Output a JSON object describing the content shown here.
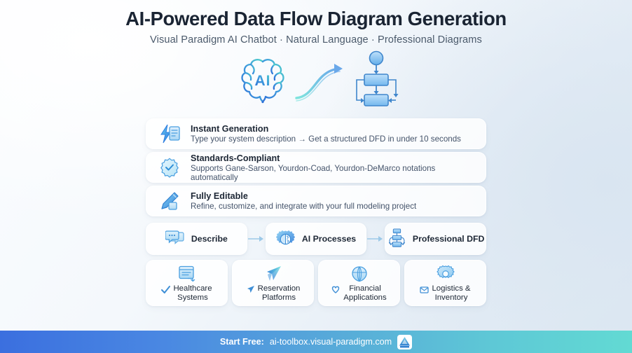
{
  "header": {
    "title": "AI-Powered Data Flow Diagram Generation",
    "subtitle": "Visual Paradigm AI Chatbot · Natural Language · Professional Diagrams"
  },
  "hero": {
    "brain_label": "AI",
    "brain_icon": "ai-brain-icon",
    "arrow_icon": "curved-arrow-icon",
    "flow_icon": "flowchart-icon"
  },
  "features": [
    {
      "icon": "lightning-document-icon",
      "title": "Instant Generation",
      "desc": "Type your system description → Get a structured DFD in under 10 seconds"
    },
    {
      "icon": "badge-check-icon",
      "title": "Standards-Compliant",
      "desc": "Supports Gane-Sarson, Yourdon-Coad, Yourdon-DeMarco notations automatically"
    },
    {
      "icon": "pencil-edit-icon",
      "title": "Fully Editable",
      "desc": "Refine, customize, and integrate with your full modeling project"
    }
  ],
  "steps": [
    {
      "icon": "chat-bubbles-icon",
      "label": "Describe"
    },
    {
      "icon": "gear-brain-icon",
      "label": "AI Processes"
    },
    {
      "icon": "dfd-flowchart-icon",
      "label": "Professional DFD"
    }
  ],
  "step_arrow_icon": "arrow-right-icon",
  "use_cases": [
    {
      "big_icon": "document-window-icon",
      "mini_icon": "check-icon",
      "label": "Healthcare\nSystems"
    },
    {
      "big_icon": "paper-plane-icon",
      "mini_icon": "plane-icon",
      "label": "Reservation\nPlatforms"
    },
    {
      "big_icon": "globe-shield-icon",
      "mini_icon": "heart-check-icon",
      "label": "Financial\nApplications"
    },
    {
      "big_icon": "gear-settings-icon",
      "mini_icon": "envelope-icon",
      "label": "Logistics &\nInventory"
    }
  ],
  "footer": {
    "start_label": "Start Free:",
    "url": "ai-toolbox.visual-paradigm.com",
    "logo_icon": "visual-paradigm-logo-icon"
  },
  "colors": {
    "accent_blue": "#3b6fdf",
    "accent_teal": "#62dad3",
    "icon_blue": "#4a9fe0",
    "title_dark": "#1a2433"
  }
}
